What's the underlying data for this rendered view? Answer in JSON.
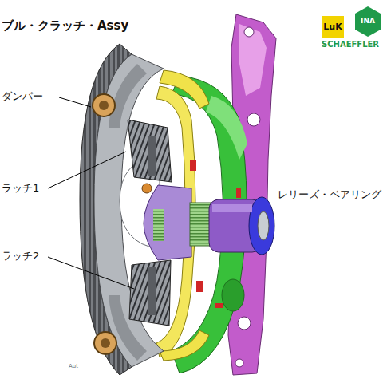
{
  "diagram": {
    "title": "ブル・クラッチ・Assy",
    "labels": [
      "ダンパー",
      "ラッチ1",
      "ラッチ2",
      "レリーズ・ベアリング",
      "LuK",
      "INA",
      "SCHAEFFLER",
      "Aut"
    ]
  }
}
